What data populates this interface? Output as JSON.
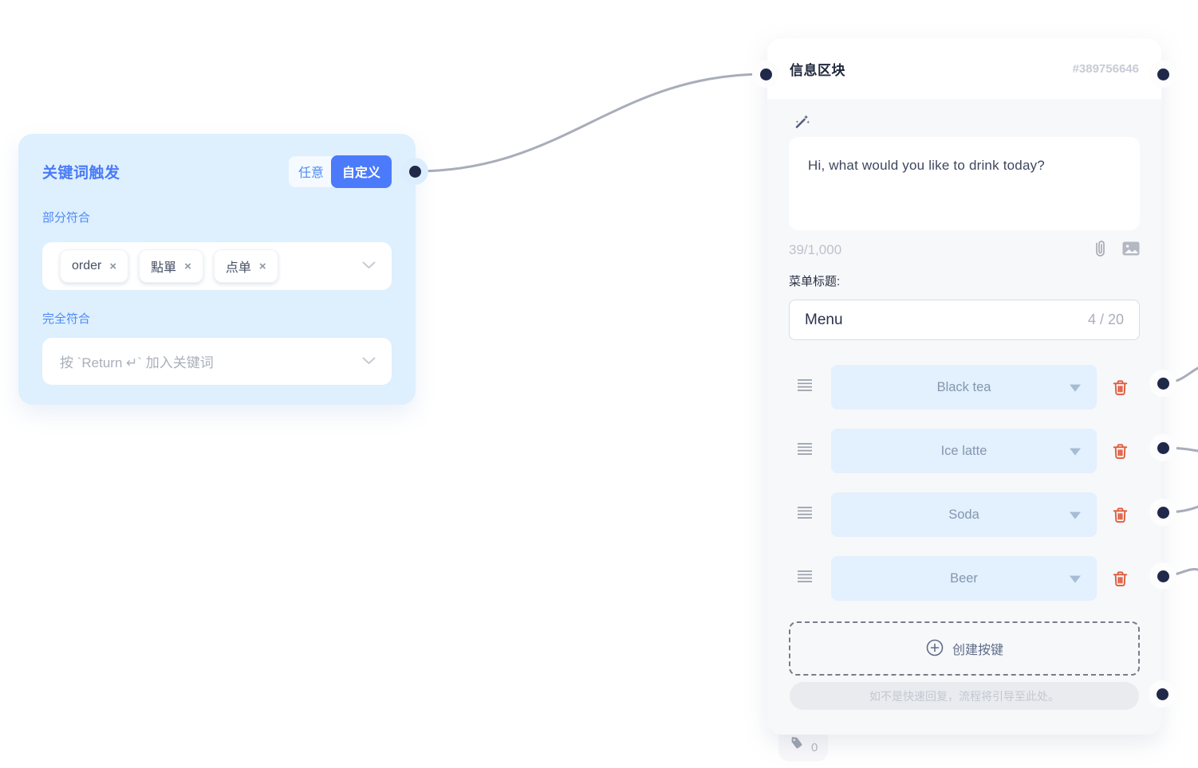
{
  "colors": {
    "accent_blue": "#4b7bfa",
    "trigger_card_bg": "#deeffe",
    "button_bg": "#e3f0fd",
    "trash_red": "#df5b3e",
    "port_dot": "#20294a",
    "wire": "#a8adba",
    "card_body_bg": "#f7f8fa"
  },
  "trigger_card": {
    "title": "关键词触发",
    "tabs": [
      {
        "label": "任意",
        "active": false
      },
      {
        "label": "自定义",
        "active": true
      }
    ],
    "partial_match_label": "部分符合",
    "keywords": [
      "order",
      "點單",
      "点单"
    ],
    "remove_glyph": "×",
    "exact_match_label": "完全符合",
    "exact_match_placeholder": "按 `Return ↵` 加入关键词"
  },
  "message_card": {
    "title": "信息区块",
    "id": "#389756646",
    "message_text": "Hi, what would you like to drink today?",
    "char_counter": "39/1,000",
    "menu_label": "菜单标题:",
    "menu_value": "Menu",
    "menu_counter": "4 / 20",
    "buttons": [
      {
        "label": "Black tea"
      },
      {
        "label": "Ice latte"
      },
      {
        "label": "Soda"
      },
      {
        "label": "Beer"
      }
    ],
    "create_button_label": "创建按键",
    "fallback_text": "如不是快速回复，流程将引导至此处。",
    "tag_count": "0"
  }
}
